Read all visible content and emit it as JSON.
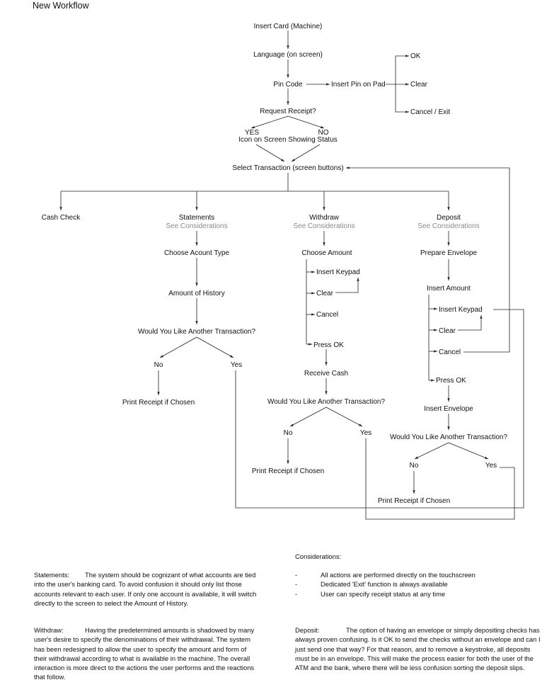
{
  "title": "New Workflow",
  "nodes": {
    "insert_card": "Insert Card (Machine)",
    "language": "Language (on screen)",
    "pin_code": "Pin Code",
    "insert_pin": "Insert Pin on Pad",
    "ok": "OK",
    "clear": "Clear",
    "cancel_exit": "Cancel / Exit",
    "request_receipt": "Request Receipt?",
    "yes_caps": "YES",
    "no_caps": "NO",
    "icon_status": "Icon on Screen Showing Status",
    "select_transaction": "Select Transaction (screen buttons)",
    "cash_check": "Cash Check",
    "statements": "Statements",
    "withdraw": "Withdraw",
    "deposit": "Deposit",
    "see_considerations": "See Considerations",
    "choose_account": "Choose Acount Type",
    "amount_history": "Amount of History",
    "another_transaction": "Would You Like Another Transaction?",
    "no": "No",
    "yes": "Yes",
    "print_receipt": "Print Receipt if Chosen",
    "choose_amount": "Choose Amount",
    "insert_keypad": "Insert Keypad",
    "clear_btn": "Clear",
    "cancel_btn": "Cancel",
    "press_ok": "Press OK",
    "receive_cash": "Receive Cash",
    "prepare_envelope": "Prepare Envelope",
    "insert_amount": "Insert Amount",
    "insert_envelope": "Insert Envelope"
  },
  "considerations": {
    "heading": "Considerations:",
    "items": [
      "All actions are performed directly on the touchscreen",
      "Dedicated 'Exit' function is always available",
      "User can specify receipt status at any time"
    ]
  },
  "notes": {
    "statements": {
      "label": "Statements:",
      "text": "The system should be cognizant of what accounts are tied into the user's banking card. To avoid confusion it should only list those accounts relevant to each user. If only one account is available, it will switch directly to the screen to select the Amount of History."
    },
    "withdraw": {
      "label": "Withdraw:",
      "text": "Having the predetermined amounts is shadowed by many user's desire to specify the denominations of their withdrawal. The system has been redesigned to allow the user to specify the amount and form of their withdrawal according to what is available in the machine. The overall interaction is more direct to the actions the user performs and the reactions that follow."
    },
    "deposit": {
      "label": "Deposit:",
      "text": "The option of having an envelope or simply depositing checks has always proven confusing. Is it OK to send the checks without an envelope and can I just send one that way? For that reason, and to remove a keystroke, all deposits must be in an envelope. This will make the process easier for both the user of the ATM and the bank, where there will be less confusion sorting the deposit slips."
    }
  }
}
